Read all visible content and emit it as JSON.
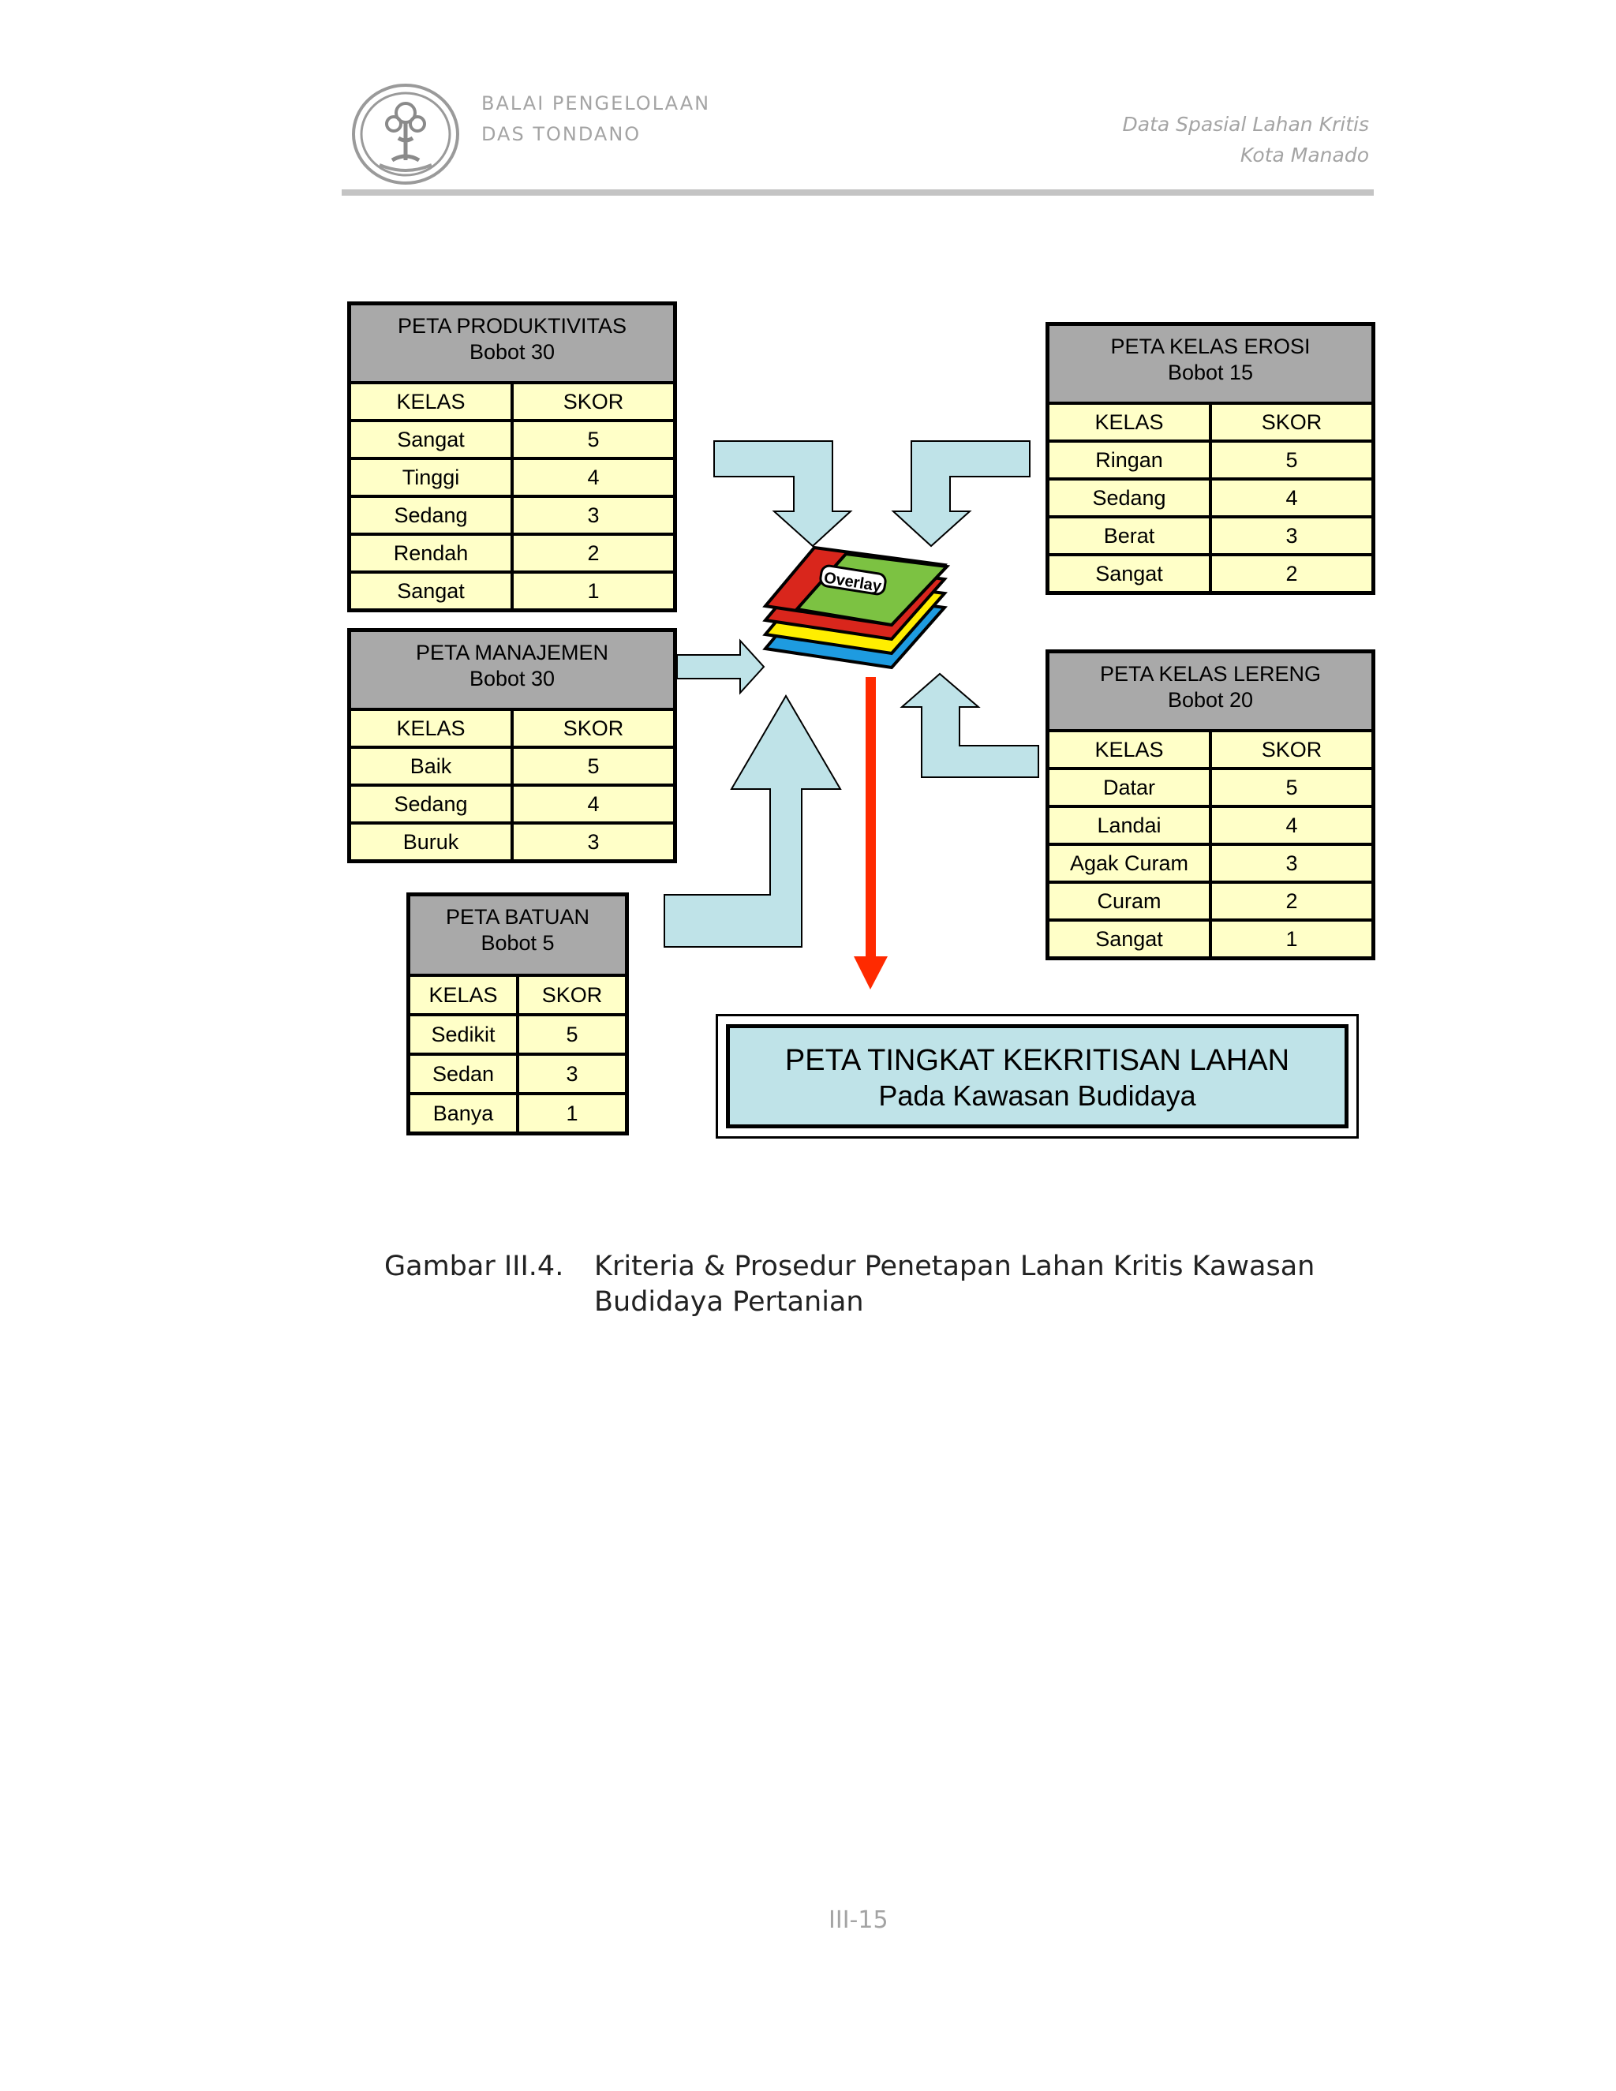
{
  "header": {
    "org_line1": "BALAI PENGELOLAAN",
    "org_line2": "DAS TONDANO",
    "doc_line1": "Data Spasial Lahan Kritis",
    "doc_line2": "Kota Manado"
  },
  "diagram": {
    "overlay_label": "Overlay",
    "col_kelas": "KELAS",
    "col_skor": "SKOR",
    "tables": {
      "produktivitas": {
        "title": "PETA PRODUKTIVITAS",
        "bobot": "Bobot 30",
        "rows": [
          {
            "kelas": "Sangat",
            "skor": "5"
          },
          {
            "kelas": "Tinggi",
            "skor": "4"
          },
          {
            "kelas": "Sedang",
            "skor": "3"
          },
          {
            "kelas": "Rendah",
            "skor": "2"
          },
          {
            "kelas": "Sangat",
            "skor": "1"
          }
        ]
      },
      "manajemen": {
        "title": "PETA MANAJEMEN",
        "bobot": "Bobot 30",
        "rows": [
          {
            "kelas": "Baik",
            "skor": "5"
          },
          {
            "kelas": "Sedang",
            "skor": "4"
          },
          {
            "kelas": "Buruk",
            "skor": "3"
          }
        ]
      },
      "batuan": {
        "title": "PETA BATUAN",
        "bobot": "Bobot 5",
        "rows": [
          {
            "kelas": "Sedikit",
            "skor": "5"
          },
          {
            "kelas": "Sedan",
            "skor": "3"
          },
          {
            "kelas": "Banya",
            "skor": "1"
          }
        ]
      },
      "erosi": {
        "title": "PETA KELAS EROSI",
        "bobot": "Bobot 15",
        "rows": [
          {
            "kelas": "Ringan",
            "skor": "5"
          },
          {
            "kelas": "Sedang",
            "skor": "4"
          },
          {
            "kelas": "Berat",
            "skor": "3"
          },
          {
            "kelas": "Sangat",
            "skor": "2"
          }
        ]
      },
      "lereng": {
        "title": "PETA KELAS LERENG",
        "bobot": "Bobot 20",
        "rows": [
          {
            "kelas": "Datar",
            "skor": "5"
          },
          {
            "kelas": "Landai",
            "skor": "4"
          },
          {
            "kelas": "Agak Curam",
            "skor": "3"
          },
          {
            "kelas": "Curam",
            "skor": "2"
          },
          {
            "kelas": "Sangat",
            "skor": "1"
          }
        ]
      }
    },
    "result": {
      "title": "PETA TINGKAT KEKRITISAN LAHAN",
      "subtitle": "Pada Kawasan Budidaya"
    },
    "colors": {
      "arrow_fill": "#bfe3e8",
      "output_arrow": "#ff2a00",
      "cell_bg": "#ffffc8",
      "head_bg": "#a9a9a9",
      "layer_green": "#7cc242",
      "layer_red": "#d9261c",
      "layer_yellow": "#ffee00",
      "layer_blue": "#1e9be0"
    }
  },
  "caption": {
    "label": "Gambar III.4.",
    "line1": "Kriteria & Prosedur  Penetapan Lahan Kritis Kawasan",
    "line2": "Budidaya Pertanian"
  },
  "footer": {
    "page_number": "III-15"
  }
}
